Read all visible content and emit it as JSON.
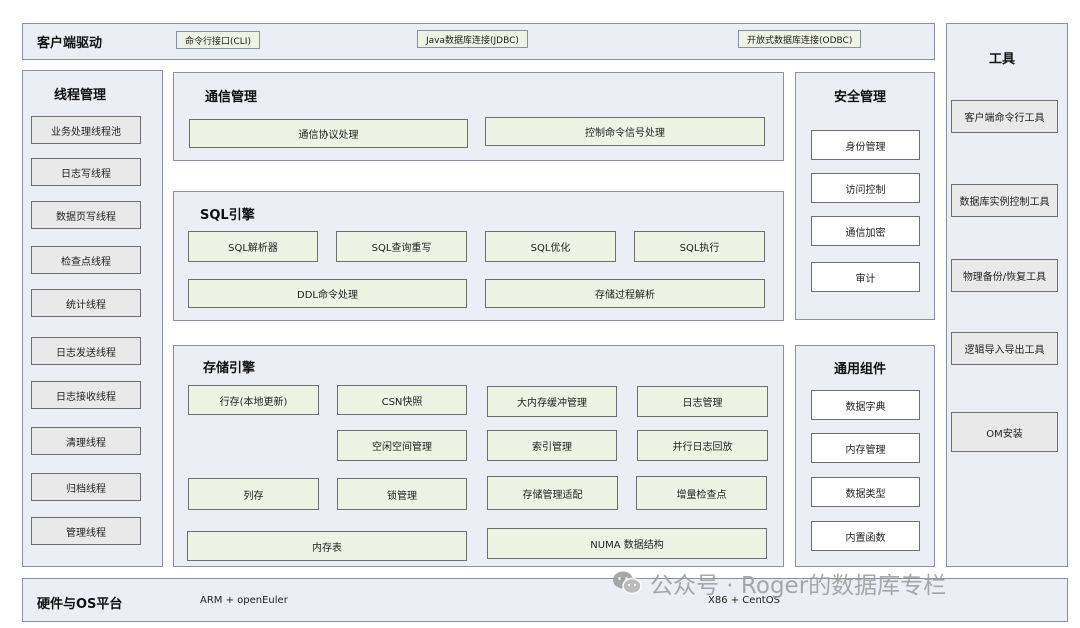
{
  "client": {
    "title": "客户端驱动",
    "items": [
      "命令行接口(CLI)",
      "Java数据库连接(JDBC)",
      "开放式数据库连接(ODBC)"
    ]
  },
  "threads": {
    "title": "线程管理",
    "items": [
      "业务处理线程池",
      "日志写线程",
      "数据页写线程",
      "检查点线程",
      "统计线程",
      "日志发送线程",
      "日志接收线程",
      "清理线程",
      "归档线程",
      "管理线程"
    ]
  },
  "comm": {
    "title": "通信管理",
    "items": [
      "通信协议处理",
      "控制命令信号处理"
    ]
  },
  "sql": {
    "title": "SQL引擎",
    "row1": [
      "SQL解析器",
      "SQL查询重写",
      "SQL优化",
      "SQL执行"
    ],
    "row2": [
      "DDL命令处理",
      "存储过程解析"
    ]
  },
  "storage": {
    "title": "存储引擎",
    "items": [
      "行存(本地更新)",
      "CSN快照",
      "大内存缓冲管理",
      "日志管理",
      "空闲空间管理",
      "索引管理",
      "并行日志回放",
      "列存",
      "锁管理",
      "存储管理适配",
      "增量检查点",
      "内存表",
      "NUMA 数据结构"
    ]
  },
  "security": {
    "title": "安全管理",
    "items": [
      "身份管理",
      "访问控制",
      "通信加密",
      "审计"
    ]
  },
  "common": {
    "title": "通用组件",
    "items": [
      "数据字典",
      "内存管理",
      "数据类型",
      "内置函数"
    ]
  },
  "tools": {
    "title": "工具",
    "items": [
      "客户端命令行工具",
      "数据库实例控制工具",
      "物理备份/恢复工具",
      "逻辑导入导出工具",
      "OM安装"
    ]
  },
  "hardware": {
    "title": "硬件与OS平台",
    "items": [
      "ARM + openEuler",
      "X86 + CentOS"
    ]
  },
  "watermark": {
    "text": "公众号 · Roger的数据库专栏"
  }
}
